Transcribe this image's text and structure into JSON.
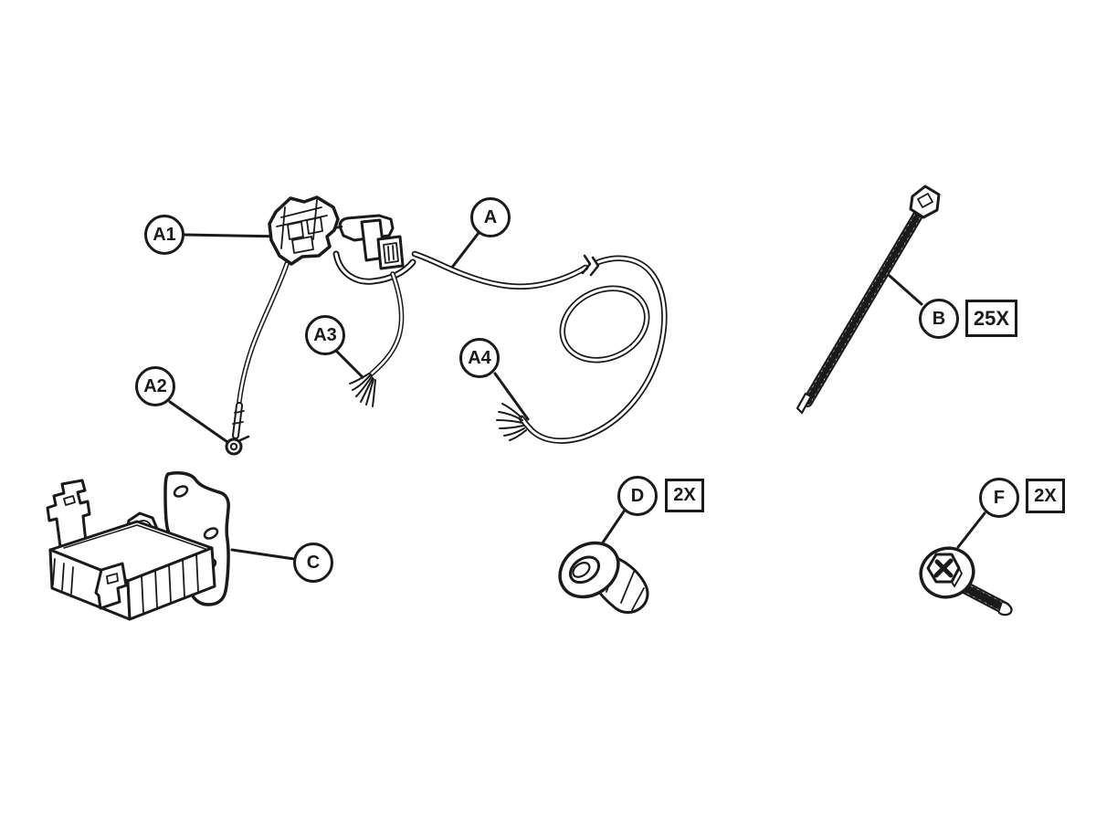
{
  "diagram": {
    "type": "parts-installation-diagram",
    "colors": {
      "background": "#ffffff",
      "line": "#1a1a1a"
    },
    "callouts": [
      {
        "id": "A1",
        "label": "A1"
      },
      {
        "id": "A",
        "label": "A"
      },
      {
        "id": "A2",
        "label": "A2"
      },
      {
        "id": "A3",
        "label": "A3"
      },
      {
        "id": "A4",
        "label": "A4"
      },
      {
        "id": "B",
        "label": "B",
        "qty": "25X"
      },
      {
        "id": "C",
        "label": "C"
      },
      {
        "id": "D",
        "label": "D",
        "qty": "2X"
      },
      {
        "id": "F",
        "label": "F",
        "qty": "2X"
      }
    ]
  }
}
